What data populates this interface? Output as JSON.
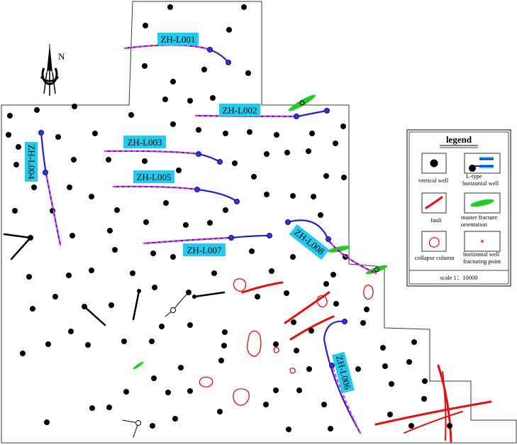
{
  "map": {
    "north_label": "N",
    "colors": {
      "boundary": "#3a3a3a",
      "vertical_well": "#000000",
      "horizontal_well": "#2222cc",
      "fracturing_point": "#ff33cc",
      "label_bg": "#22ccee",
      "fault": "#e01010",
      "collapse": "#e01010",
      "fracture": "#22cc22"
    },
    "well_labels": [
      {
        "id": "ZH-L001",
        "text": "ZH-L001"
      },
      {
        "id": "ZH-L002",
        "text": "ZH-L002"
      },
      {
        "id": "ZH-L003",
        "text": "ZH-L003"
      },
      {
        "id": "ZH-L004",
        "text": "ZH-L004"
      },
      {
        "id": "ZH-L005",
        "text": "ZH-L005"
      },
      {
        "id": "ZH-L006",
        "text": "ZH-L006"
      },
      {
        "id": "ZH-L007",
        "text": "ZH-L007"
      },
      {
        "id": "ZH-L008",
        "text": "ZH-L008"
      }
    ]
  },
  "legend": {
    "title": "legend",
    "vertical_well": "vertical well",
    "l_type_line1": "L-type",
    "l_type_line2": "horizontal well",
    "fault": "fault",
    "fracture_line1": "master fracture",
    "fracture_line2": "orientation",
    "collapse": "collapse column",
    "fracpoint_line1": "horizontal well",
    "fracpoint_line2": "fracturing point",
    "scale": "scale   1：10000"
  }
}
